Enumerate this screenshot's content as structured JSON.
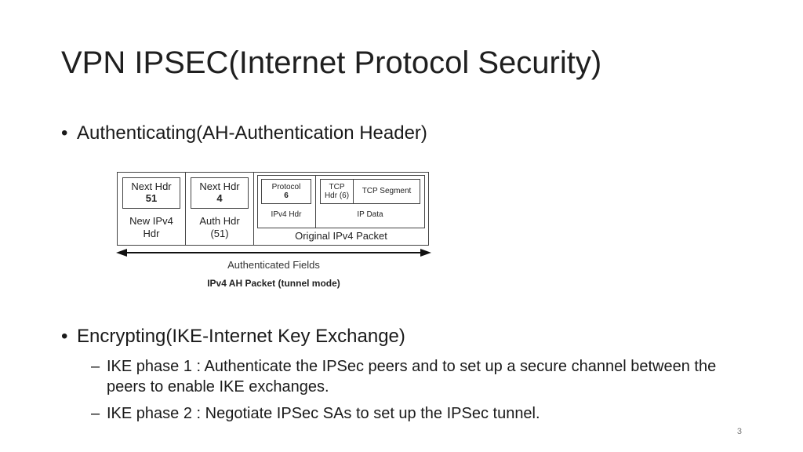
{
  "slide": {
    "title": "VPN IPSEC(Internet Protocol Security)",
    "page_number": "3"
  },
  "bullets": [
    {
      "marker": "•",
      "text": "Authenticating(AH-Authentication Header)"
    },
    {
      "marker": "•",
      "text": "Encrypting(IKE-Internet Key Exchange)"
    }
  ],
  "sub_bullets": [
    {
      "marker": "–",
      "text": "IKE phase 1 : Authenticate  the IPSec  peers and to  set up a secure channel between the  peers to enable  IKE  exchanges."
    },
    {
      "marker": "–",
      "text": "IKE phase 2 : Negotiate IPSec SAs to  set up  the  IPSec  tunnel."
    }
  ],
  "diagram": {
    "cell1": {
      "box_line1": "Next Hdr",
      "box_line2": "51",
      "label_line1": "New IPv4",
      "label_line2": "Hdr"
    },
    "cell2": {
      "box_line1": "Next Hdr",
      "box_line2": "4",
      "label_line1": "Auth Hdr",
      "label_line2": "(51)"
    },
    "cell3": {
      "box_line1": "Protocol",
      "box_line2": "6",
      "label": "IPv4 Hdr"
    },
    "cell4": {
      "tcp_line1": "TCP",
      "tcp_line2": "Hdr (6)",
      "segment": "TCP Segment",
      "label": "IP Data"
    },
    "group_label": "Original IPv4 Packet",
    "arrow_label": "Authenticated Fields",
    "caption": "IPv4 AH Packet (tunnel mode)"
  }
}
